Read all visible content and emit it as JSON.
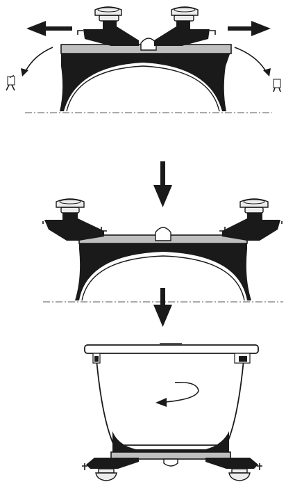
{
  "figure": {
    "steps": [
      "remove-feet",
      "lower-onto-floor",
      "flip-tub"
    ],
    "colors": {
      "ink": "#1a1a1a",
      "bar": "#bfbfbf",
      "ground": "#555555"
    },
    "icons": [
      "arrow-left-icon",
      "arrow-right-icon",
      "arrow-down-icon",
      "curved-arrow-icon",
      "rotate-arrow-icon",
      "wrench-icon"
    ]
  }
}
